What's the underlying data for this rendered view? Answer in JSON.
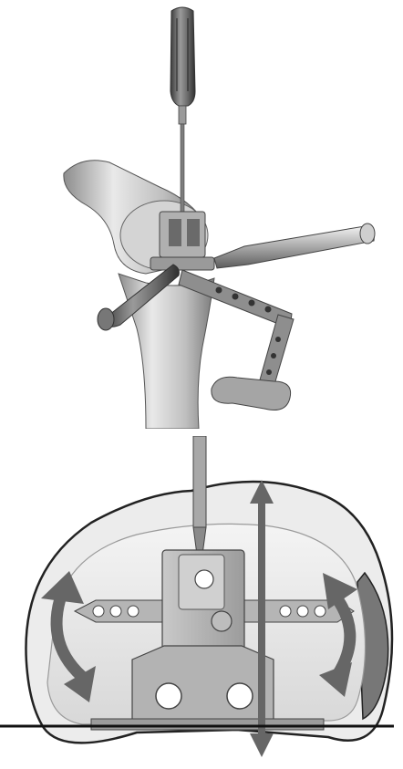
{
  "figure": {
    "panels": [
      {
        "id": "top",
        "subject": "instrument-on-knee"
      },
      {
        "id": "bottom",
        "subject": "femur-face-with-guide-plate"
      }
    ],
    "colors": {
      "background": "#ffffff",
      "bone_light": "#e6e6e6",
      "bone_mid": "#bdbdbd",
      "bone_dark": "#8a8a8a",
      "metal_dark": "#555555",
      "arrow": "#666666",
      "baseline": "#111111"
    },
    "icons": [
      "screwdriver-icon",
      "rotation-arrow-icon",
      "double-arrow-icon"
    ]
  }
}
